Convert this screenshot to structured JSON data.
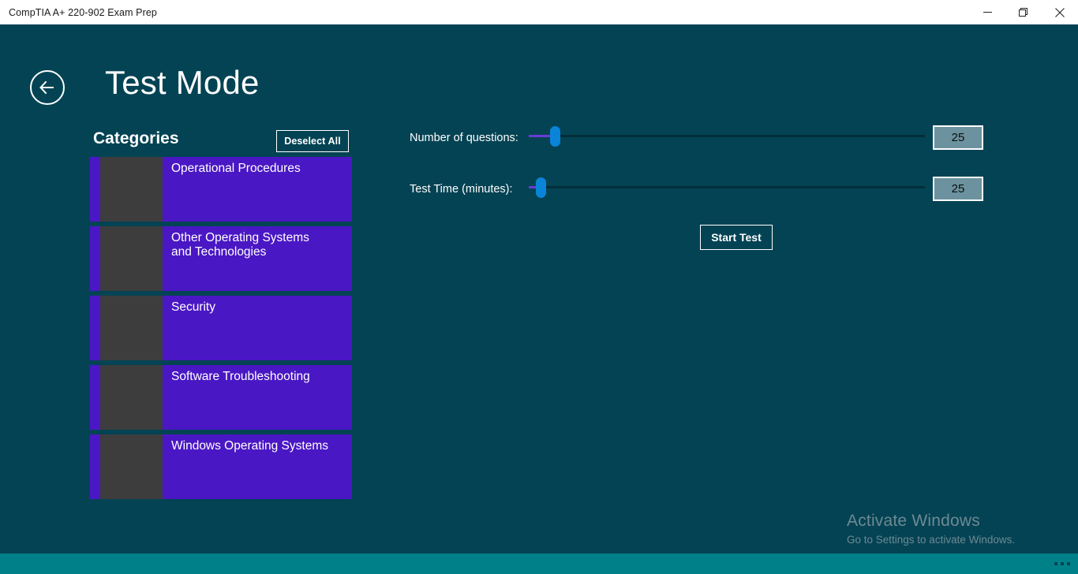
{
  "window": {
    "title": "CompTIA A+ 220-902 Exam Prep",
    "controls": {
      "minimize": "minimize-icon",
      "restore": "restore-icon",
      "close": "close-icon"
    }
  },
  "header": {
    "back_icon": "back-arrow-icon",
    "title": "Test Mode"
  },
  "categories": {
    "heading": "Categories",
    "deselect_label": "Deselect All",
    "items": [
      {
        "label": "Operational Procedures",
        "selected": true
      },
      {
        "label": "Other Operating Systems\nand Technologies",
        "selected": true
      },
      {
        "label": "Security",
        "selected": true
      },
      {
        "label": "Software Troubleshooting",
        "selected": true
      },
      {
        "label": "Windows Operating Systems",
        "selected": true
      }
    ]
  },
  "settings": {
    "questions": {
      "label": "Number of questions:",
      "value": "25"
    },
    "time": {
      "label": "Test Time (minutes):",
      "value": "25"
    },
    "start_label": "Start Test"
  },
  "watermark": {
    "title": "Activate Windows",
    "subtitle": "Go to Settings to activate Windows."
  },
  "appbar": {
    "more_icon": "ellipsis-icon"
  },
  "colors": {
    "background": "#044354",
    "accent_purple": "#4a17c4",
    "slider_fill": "#6a3bd6",
    "slider_thumb": "#0a84d8",
    "value_box": "#6b929e",
    "appbar": "#00818a"
  }
}
